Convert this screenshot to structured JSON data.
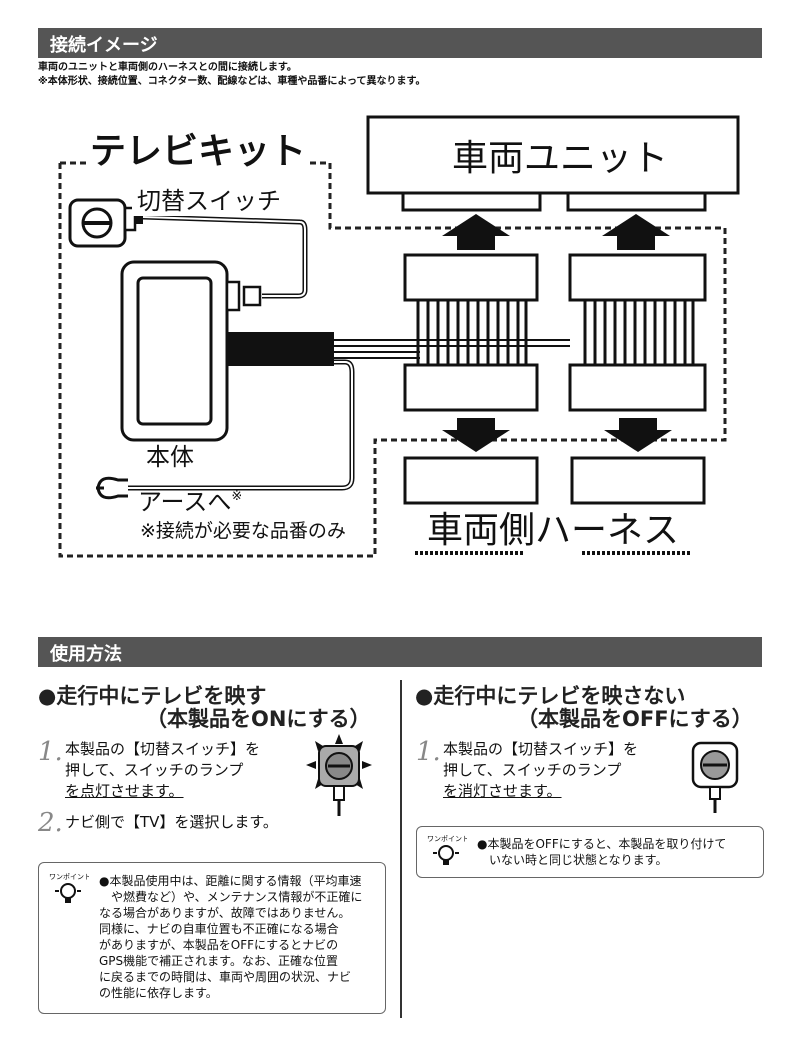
{
  "section1": {
    "title": "接続イメージ",
    "desc1": "車両のユニットと車両側のハーネスとの間に接続します。",
    "desc2": "※本体形状、接続位置、コネクター数、配線などは、車種や品番によって異なります。"
  },
  "diagram": {
    "kit_label": "テレビキット",
    "switch_label": "切替スイッチ",
    "body_label": "本体",
    "earth_label": "アースへ",
    "earth_mark": "※",
    "earth_note": "※接続が必要な品番のみ",
    "unit_label": "車両ユニット",
    "harness_label": "車両側ハーネス"
  },
  "section2": {
    "title": "使用方法",
    "left": {
      "heading1": "●走行中にテレビを映す",
      "heading2": "（本製品をONにする）",
      "step1_num": "1.",
      "step1_line1": "本製品の【切替スイッチ】を",
      "step1_line2": "押して、スイッチのランプ",
      "step1_em": "を点灯させます。",
      "step2_num": "2.",
      "step2_text": "ナビ側で【TV】を選択します。",
      "note_icon_label": "ワンポイント",
      "note": [
        "●本製品使用中は、距離に関する情報（平均車速",
        "や燃費など）や、メンテナンス情報が不正確に",
        "なる場合がありますが、故障ではありません。",
        "同様に、ナビの自車位置も不正確になる場合",
        "がありますが、本製品をOFFにするとナビの",
        "GPS機能で補正されます。なお、正確な位置",
        "に戻るまでの時間は、車両や周囲の状況、ナビ",
        "の性能に依存します。"
      ]
    },
    "right": {
      "heading1": "●走行中にテレビを映さない",
      "heading2": "（本製品をOFFにする）",
      "step1_num": "1.",
      "step1_line1": "本製品の【切替スイッチ】を",
      "step1_line2": "押して、スイッチのランプ",
      "step1_em": "を消灯させます。",
      "note_icon_label": "ワンポイント",
      "note": [
        "●本製品をOFFにすると、本製品を取り付けて",
        "いない時と同じ状態となります。"
      ]
    }
  }
}
